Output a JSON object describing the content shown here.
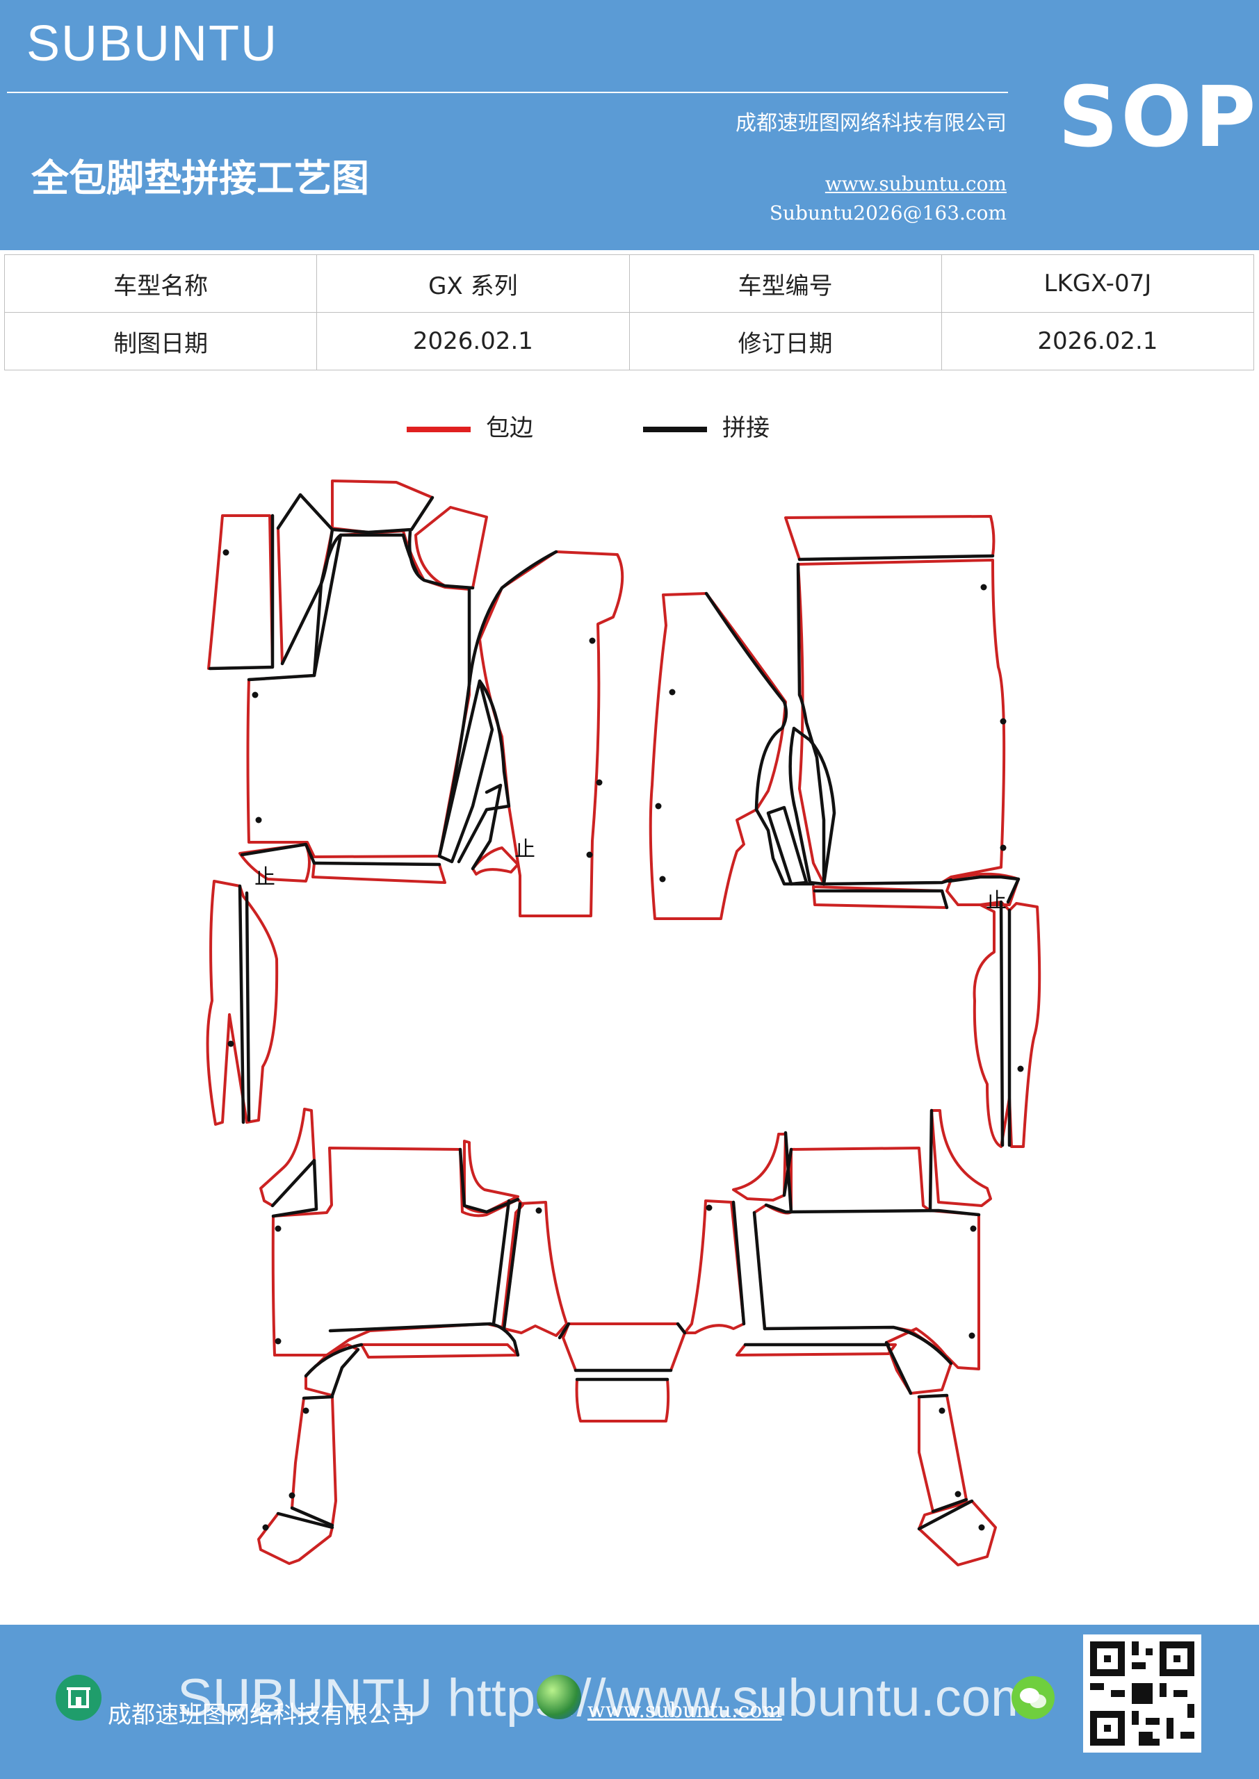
{
  "header": {
    "brand": "SUBUNTU",
    "company": "成都速班图网络科技有限公司",
    "title": "全包脚垫拼接工艺图",
    "website": "www.subuntu.com",
    "email": "Subuntu2026@163.com",
    "sop": "SOP"
  },
  "info_table": {
    "rows": [
      [
        "车型名称",
        "GX 系列",
        "车型编号",
        "LKGX-07J"
      ],
      [
        "制图日期",
        "2026.02.1",
        "修订日期",
        "2026.02.1"
      ]
    ]
  },
  "legend": {
    "items": [
      {
        "label": "包边",
        "color": "#e02020"
      },
      {
        "label": "拼接",
        "color": "#111111"
      }
    ]
  },
  "diagram": {
    "edge_color": "#cc2222",
    "seam_color": "#111111",
    "stop_mark": "止"
  },
  "footer": {
    "watermark": "SUBUNTU https://www.subuntu.com",
    "company": "成都速班图网络科技有限公司",
    "website": "www.subuntu.com",
    "icons": [
      "building-icon",
      "globe-icon",
      "wechat-icon",
      "qr-code-icon"
    ]
  }
}
